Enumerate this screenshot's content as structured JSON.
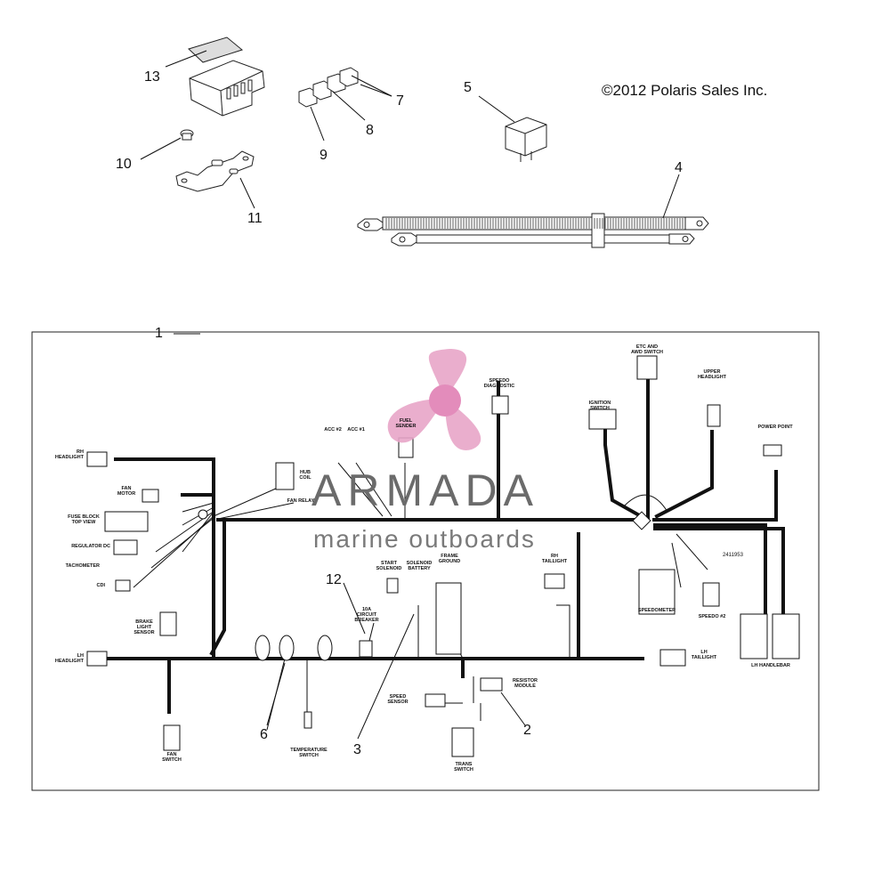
{
  "copyright": "©2012 Polaris Sales Inc.",
  "callouts": [
    "1",
    "2",
    "3",
    "4",
    "5",
    "6",
    "7",
    "8",
    "9",
    "10",
    "11",
    "12",
    "13"
  ],
  "watermark": {
    "title": "ARMADA",
    "subtitle": "marine outboards",
    "logo_color": "#e8a6c8",
    "logo_hub_color": "#e080b4"
  },
  "harness_labels": {
    "rh_headlight": "RH\nHEADLIGHT",
    "fan_motor": "FAN\nMOTOR",
    "fuse_block": "FUSE BLOCK\nTOP VIEW",
    "regulator_dc": "REGULATOR DC",
    "tachometer": "TACHOMETER",
    "cdi": "CDI",
    "brake_light_sensor": "BRAKE\nLIGHT\nSENSOR",
    "lh_headlight": "LH\nHEADLIGHT",
    "fan_switch": "FAN\nSWITCH",
    "hub_coil": "HUB\nCOIL",
    "fan_relay": "FAN RELAY",
    "acc2": "ACC #2",
    "acc1": "ACC #1",
    "fuel_sender": "FUEL\nSENDER",
    "speedo_diagnostic": "SPEEDO\nDIAGNOSTIC",
    "etc_awd_switch": "ETC AND\nAWD SWITCH",
    "upper_headlight": "UPPER\nHEADLIGHT",
    "ignition_switch": "IGNITION\nSWITCH",
    "power_point": "POWER POINT",
    "start_solenoid": "START\nSOLENOID",
    "solenoid_battery": "SOLENOID\nBATTERY",
    "frame_ground": "FRAME\nGROUND",
    "rh_taillight": "RH\nTAILLIGHT",
    "circuit_breaker": "10A\nCIRCUIT\nBREAKER",
    "speedometer": "SPEEDOMETER",
    "speedo2": "SPEEDO #2",
    "lh_taillight": "LH\nTAILLIGHT",
    "lh_handlebar": "LH HANDLEBAR",
    "resistor_module": "RESISTOR\nMODULE",
    "speed_sensor": "SPEED\nSENSOR",
    "trans_switch": "TRANS\nSWITCH",
    "temperature_switch": "TEMPERATURE\nSWITCH",
    "part_number": "2411953"
  }
}
